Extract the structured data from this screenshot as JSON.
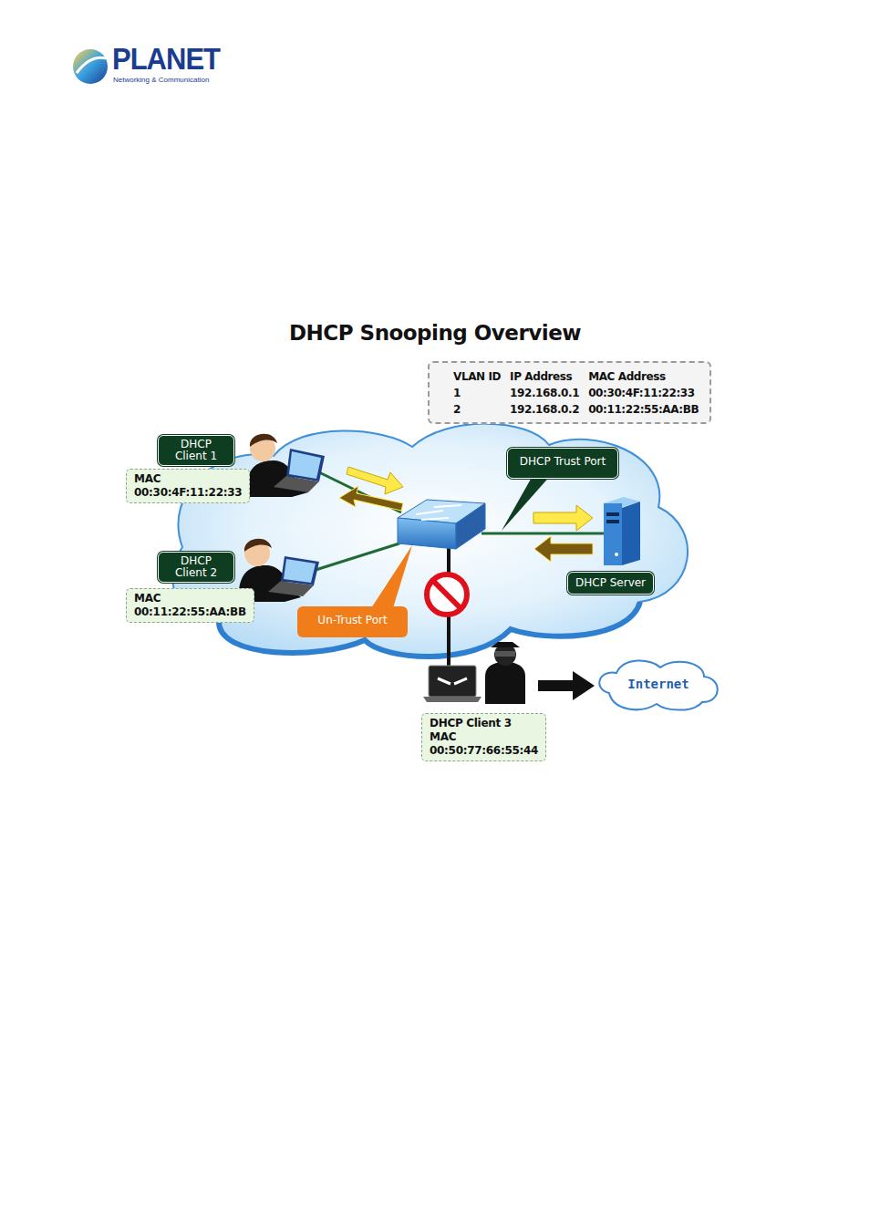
{
  "diagram": {
    "title": "DHCP Snooping Overview",
    "nodes": [
      {
        "text": [
          "VLAN ID",
          "IP Address",
          "MAC Address",
          "1",
          "192.168.0.1",
          "00:30:4F:11:22:33",
          "2",
          "192.168.0.2",
          "00:11:22:55:AA:BB"
        ]
      },
      {
        "text": [
          "DHCP Client 1"
        ]
      },
      {
        "text": [
          "MAC",
          "00:30:4F:11:22:33"
        ]
      },
      {
        "text": [
          "DHCP Trust Port"
        ]
      },
      {
        "text": [
          "DHCP Client 2"
        ]
      },
      {
        "text": [
          "MAC",
          "00:11:22:55:AA:BB"
        ]
      },
      {
        "text": [
          "DHCP Server"
        ]
      },
      {
        "text": [
          "Un-Trust Port"
        ]
      },
      {
        "text": [
          "DHCP Client 3",
          "MAC",
          "00:50:77:66:55:44"
        ]
      },
      {
        "text": [
          "Internet"
        ]
      }
    ],
    "labels": [
      "PLANET",
      "Networking & Communication"
    ]
  }
}
